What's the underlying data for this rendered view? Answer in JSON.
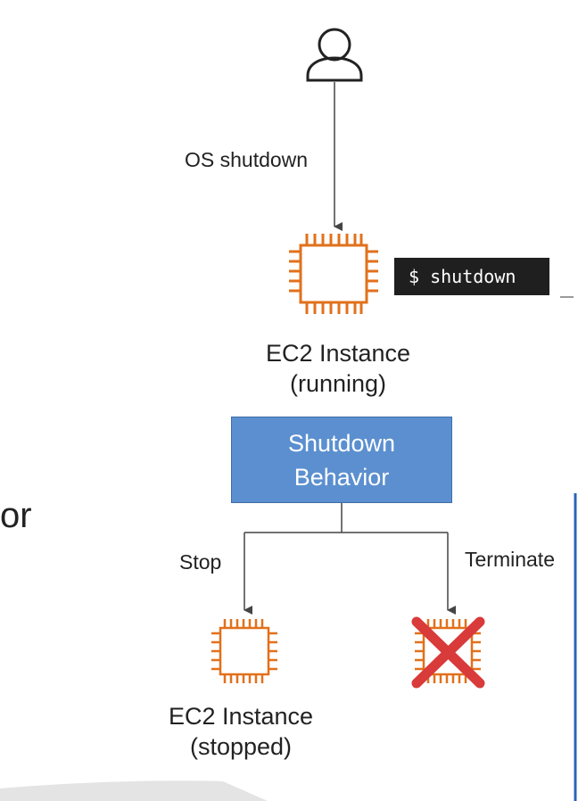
{
  "diagram": {
    "user_icon": "user-icon",
    "os_shutdown_label": "OS shutdown",
    "terminal_command": "$ shutdown",
    "running_instance": {
      "icon": "ec2-chip-icon",
      "line1": "EC2 Instance",
      "line2": "(running)"
    },
    "behavior_box": {
      "line1": "Shutdown",
      "line2": "Behavior"
    },
    "stop_label": "Stop",
    "terminate_label": "Terminate",
    "stopped_instance": {
      "icon": "ec2-chip-icon",
      "line1": "EC2 Instance",
      "line2": "(stopped)"
    },
    "terminated_icon": "terminated-chip-icon",
    "left_edge_fragment": "or"
  },
  "colors": {
    "chip": "#e2701b",
    "box_fill": "#5b8fcf",
    "cross": "#d93a3a",
    "terminal_bg": "#1f1f1f",
    "right_border": "#2b63b8"
  }
}
